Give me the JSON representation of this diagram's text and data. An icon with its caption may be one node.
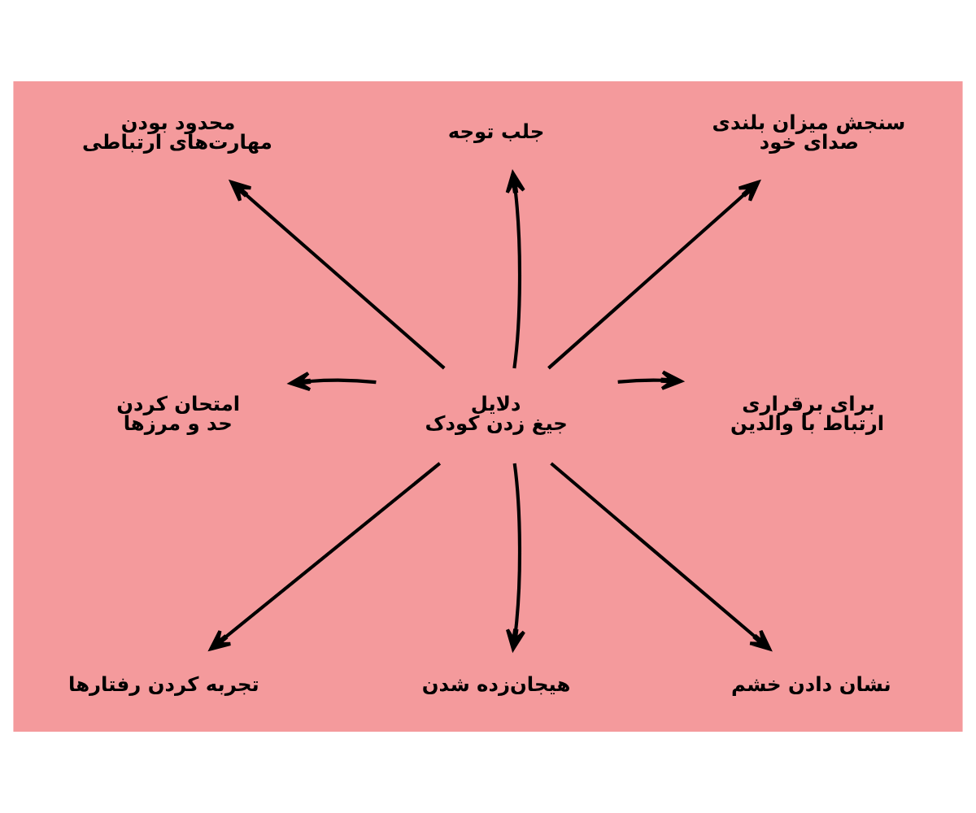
{
  "diagram": {
    "nodes": [
      {
        "text": [
          "دلایل جیغ زدن کودک"
        ]
      },
      {
        "text": [
          "جلب توجه"
        ]
      },
      {
        "text": [
          "سنجش میزان بلندی صدای خود"
        ]
      },
      {
        "text": [
          "برای برقراری ارتباط با والدین"
        ]
      },
      {
        "text": [
          "نشان دادن خشم"
        ]
      },
      {
        "text": [
          "هیجان‌زده شدن"
        ]
      },
      {
        "text": [
          "تجربه کردن رفتارها"
        ]
      },
      {
        "text": [
          "امتحان کردن حد و مرزها"
        ]
      },
      {
        "text": [
          "محدود بودن مهارت‌های ارتباطی"
        ]
      }
    ],
    "edges": [
      {
        "from": 0,
        "to": 1,
        "arrow": "to"
      },
      {
        "from": 0,
        "to": 2,
        "arrow": "to"
      },
      {
        "from": 0,
        "to": 3,
        "arrow": "to"
      },
      {
        "from": 0,
        "to": 4,
        "arrow": "to"
      },
      {
        "from": 0,
        "to": 5,
        "arrow": "to"
      },
      {
        "from": 0,
        "to": 6,
        "arrow": "to"
      },
      {
        "from": 0,
        "to": 7,
        "arrow": "to"
      },
      {
        "from": 0,
        "to": 8,
        "arrow": "to"
      }
    ]
  }
}
